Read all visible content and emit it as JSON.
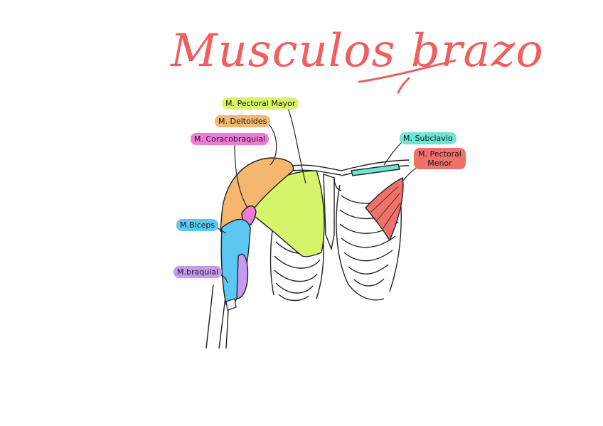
{
  "title": "Musculos brazo",
  "labels": {
    "pectoral_mayor": "M. Pectoral Mayor",
    "deltoides": "M. Deltoides",
    "coracobraquial": "M. Coracobraquial",
    "subclavio": "M. Subclavio",
    "pectoral_menor_line1": "M. Pectoral",
    "pectoral_menor_line2": "Menor",
    "biceps": "M.Biceps",
    "braquial": "M.braquial"
  },
  "colors": {
    "title": "#ef5f5f",
    "pectoral_mayor": "#d6f56b",
    "deltoides": "#f5b770",
    "coracobraquial": "#f07ad8",
    "subclavio": "#6fe3d6",
    "pectoral_menor": "#f0706a",
    "biceps": "#5cc8f2",
    "braquial": "#c79af0"
  }
}
